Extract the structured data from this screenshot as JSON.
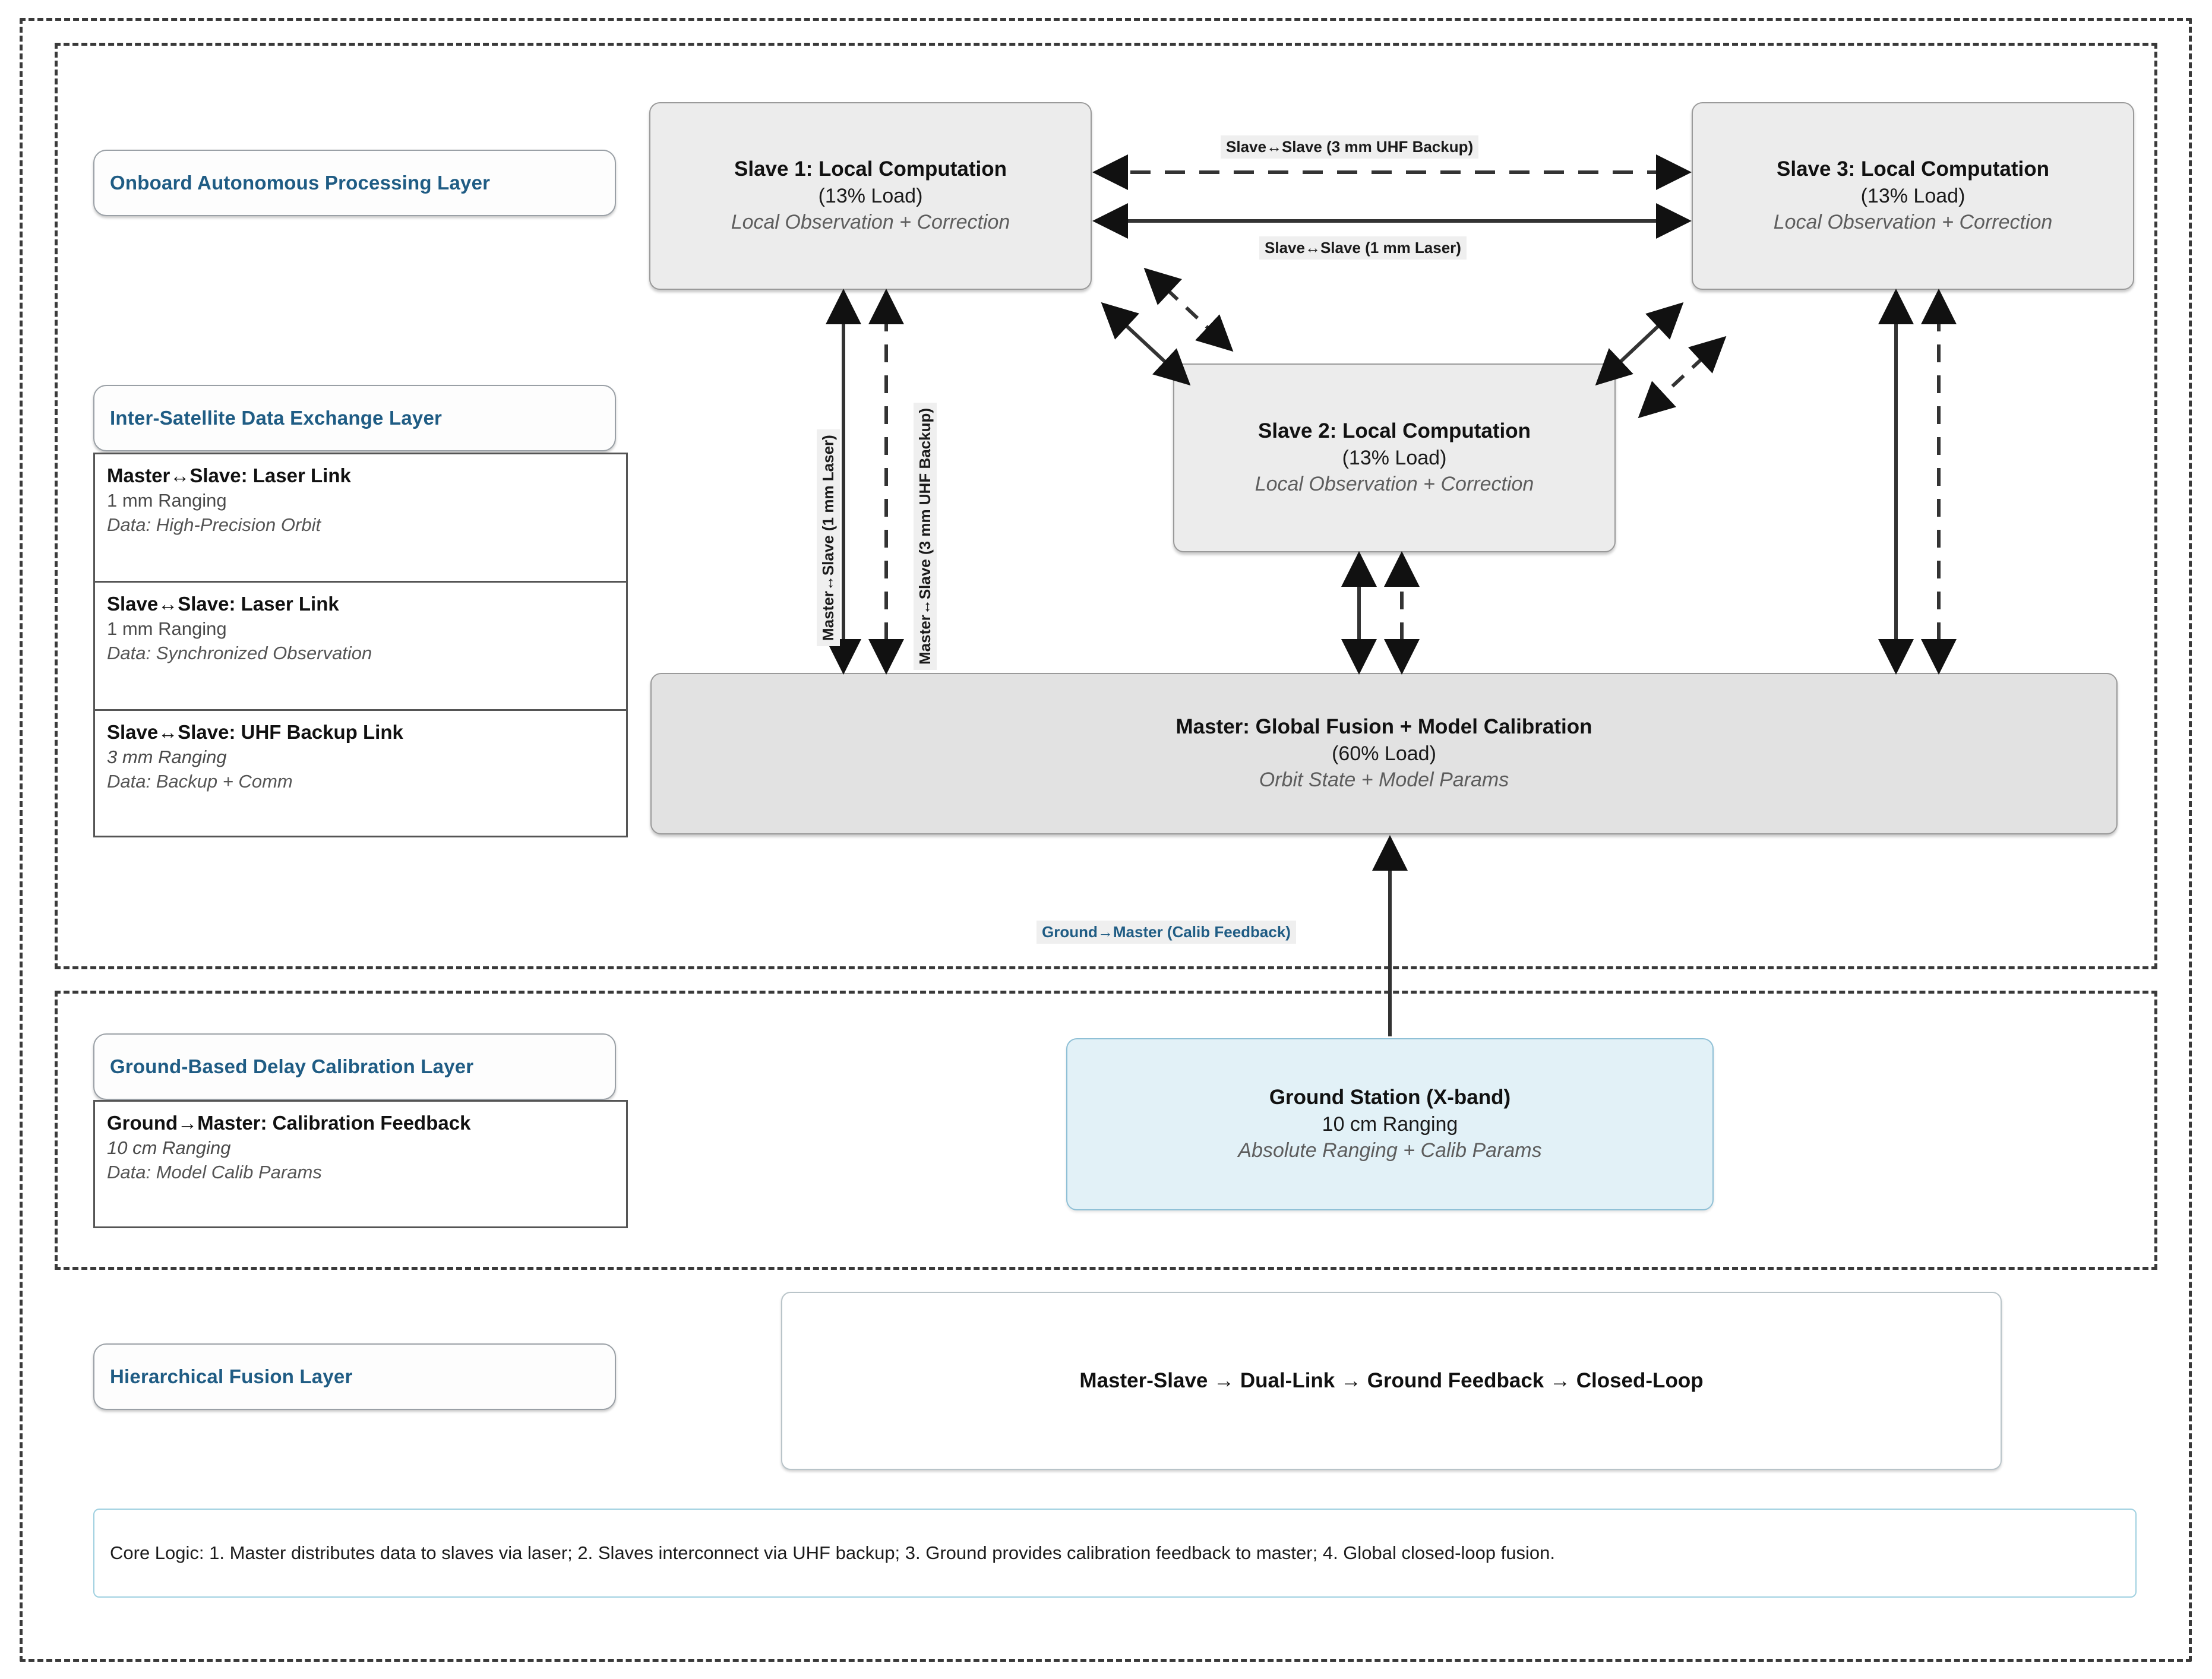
{
  "layers": {
    "onboard": "Onboard Autonomous Processing Layer",
    "exchange": "Inter-Satellite Data Exchange Layer",
    "ground": "Ground-Based Delay Calibration Layer",
    "fusion": "Hierarchical Fusion Layer"
  },
  "legend_exchange": [
    {
      "title": "Master↔Slave: Laser Link",
      "rate": "1 mm Ranging",
      "data": "Data: High-Precision Orbit",
      "rate_italic": false
    },
    {
      "title": "Slave↔Slave: Laser Link",
      "rate": "1 mm Ranging",
      "data": "Data: Synchronized Observation",
      "rate_italic": false
    },
    {
      "title": "Slave↔Slave: UHF Backup Link",
      "rate": "3 mm Ranging",
      "data": "Data: Backup + Comm",
      "rate_italic": true
    }
  ],
  "legend_ground": [
    {
      "title": "Ground→Master: Calibration Feedback",
      "rate": "10 cm Ranging",
      "data": " Data: Model Calib Params",
      "rate_italic": true
    }
  ],
  "nodes": {
    "slave1": {
      "title": "Slave 1: Local Computation",
      "load": "(13% Load)",
      "role": "Local Observation + Correction"
    },
    "slave2": {
      "title": "Slave 2: Local Computation",
      "load": "(13% Load)",
      "role": "Local Observation + Correction"
    },
    "slave3": {
      "title": "Slave 3: Local Computation",
      "load": "(13% Load)",
      "role": "Local Observation + Correction"
    },
    "master": {
      "title": "Master: Global Fusion + Model Calibration",
      "load": "(60% Load)",
      "role": "Orbit State + Model Params"
    },
    "ground_station": {
      "title": "Ground Station (X-band)",
      "load": "10 cm Ranging",
      "role": "Absolute Ranging + Calib Params"
    }
  },
  "edge_labels": {
    "slave_slave_uhf": "Slave↔Slave (3 mm UHF Backup)",
    "slave_slave_laser": "Slave↔Slave (1 mm Laser)",
    "master_slave_laser": "Master↔Slave (1 mm Laser)",
    "master_slave_uhf": "Master↔Slave (3 mm UHF Backup)",
    "ground_master": "Ground→Master (Calib Feedback)"
  },
  "flow": {
    "chain": "Master-Slave → Dual-Link → Ground Feedback → Closed-Loop"
  },
  "footer": {
    "core_logic": "Core Logic: 1. Master distributes data to slaves via laser; 2. Slaves interconnect via UHF backup; 3. Ground provides calibration feedback to master; 4. Global closed-loop fusion."
  },
  "colors": {
    "layer_title": "#1f5c84",
    "node_fill": "#ececec",
    "master_fill": "#e2e2e2",
    "ground_fill": "#e2f1f7",
    "frame_dash": "#3a3a3a"
  }
}
